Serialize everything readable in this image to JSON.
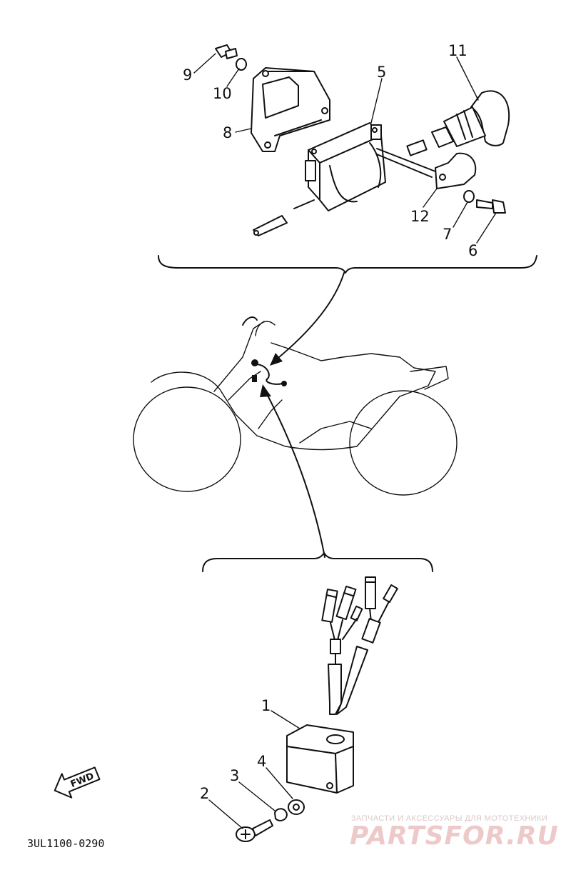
{
  "diagram_code": "3UL1100-0290",
  "fwd_label": "FWD",
  "watermark": {
    "tagline": "ЗАПЧАСТИ И АКСЕССУАРЫ ДЛЯ МОТОТЕХНИКИ",
    "brand": "PARTSFOR.RU"
  },
  "callouts": [
    {
      "id": "label-1",
      "text": "1"
    },
    {
      "id": "label-2",
      "text": "2"
    },
    {
      "id": "label-3",
      "text": "3"
    },
    {
      "id": "label-4",
      "text": "4"
    },
    {
      "id": "label-5",
      "text": "5"
    },
    {
      "id": "label-6",
      "text": "6"
    },
    {
      "id": "label-7",
      "text": "7"
    },
    {
      "id": "label-8",
      "text": "8"
    },
    {
      "id": "label-9",
      "text": "9"
    },
    {
      "id": "label-10",
      "text": "10"
    },
    {
      "id": "label-11",
      "text": "11"
    },
    {
      "id": "label-12",
      "text": "12"
    }
  ]
}
